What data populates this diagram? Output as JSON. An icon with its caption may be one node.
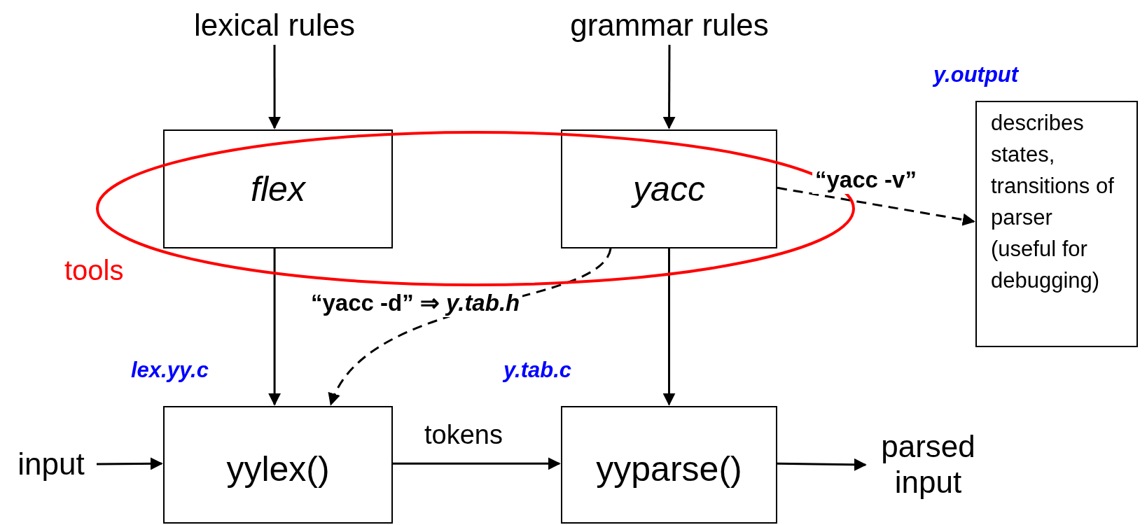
{
  "diagram": {
    "nodes": [
      {
        "text": [
          "lexical rules"
        ]
      },
      {
        "text": [
          "grammar rules"
        ]
      },
      {
        "text": [
          "flex"
        ]
      },
      {
        "text": [
          "yacc"
        ]
      },
      {
        "text": [
          "y.output",
          "describes states, transitions of parser (useful for debugging)"
        ]
      },
      {
        "text": [
          "input"
        ]
      },
      {
        "text": [
          "lex.yy.c",
          "yylex()"
        ]
      },
      {
        "text": [
          "y.tab.c",
          "yyparse()"
        ]
      },
      {
        "text": [
          "parsed input"
        ]
      }
    ],
    "edges": [
      {
        "from": 0,
        "to": 2,
        "arrow": "to"
      },
      {
        "from": 1,
        "to": 3,
        "arrow": "to"
      },
      {
        "from": 2,
        "to": 6,
        "arrow": "to"
      },
      {
        "from": 3,
        "to": 7,
        "arrow": "to"
      },
      {
        "from": 3,
        "to": 6,
        "arrow": "to",
        "style": "dashed",
        "label": "**“yacc -d”** ⇒ *y.tab.h*"
      },
      {
        "from": 3,
        "to": 4,
        "arrow": "to",
        "style": "dashed",
        "label": "“yacc -v”"
      },
      {
        "from": 5,
        "to": 6,
        "arrow": "to"
      },
      {
        "from": 6,
        "to": 7,
        "arrow": "to",
        "label": "tokens"
      },
      {
        "from": 7,
        "to": 8,
        "arrow": "to"
      }
    ],
    "labels": [
      "tools"
    ]
  }
}
